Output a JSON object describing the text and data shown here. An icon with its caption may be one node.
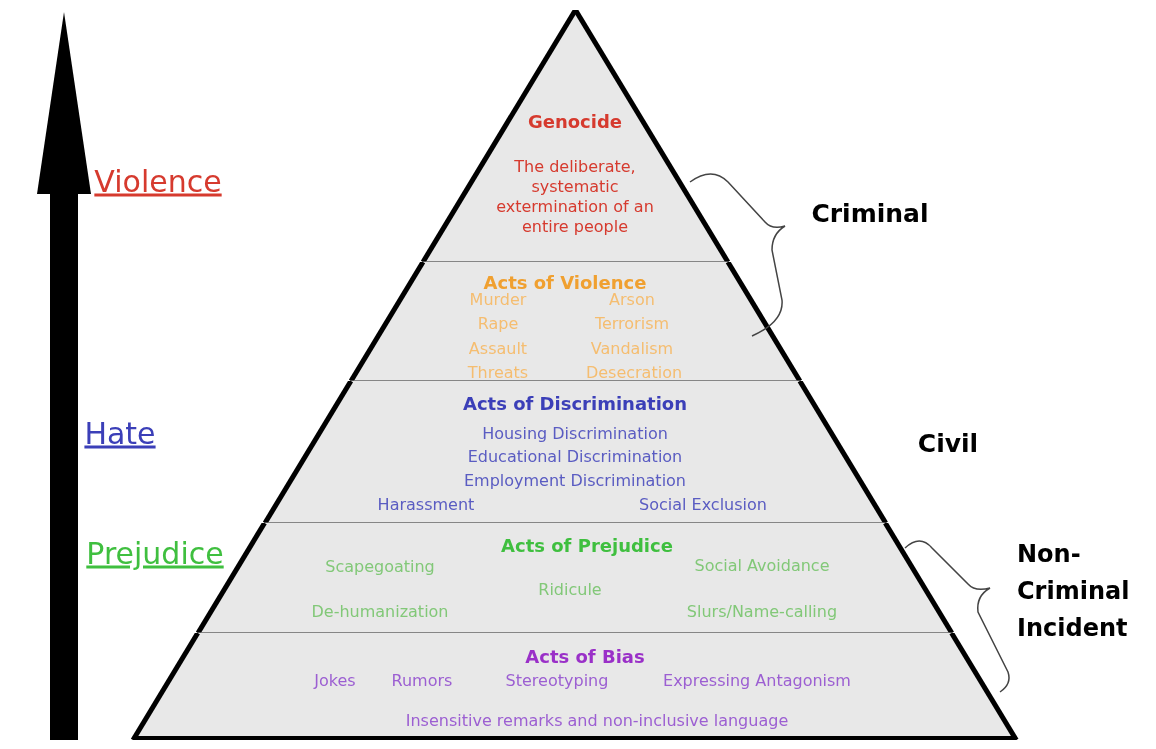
{
  "diagram": {
    "nodes": [
      {
        "text": [
          "Genocide",
          "The deliberate, systematic extermination of an entire people"
        ]
      },
      {
        "text": [
          "Acts of Violence",
          "Murder",
          "Arson",
          "Rape",
          "Terrorism",
          "Assault",
          "Vandalism",
          "Threats",
          "Desecration"
        ]
      },
      {
        "text": [
          "Acts of Discrimination",
          "Housing Discrimination",
          "Educational Discrimination",
          "Employment Discrimination",
          "Harassment",
          "Social Exclusion"
        ]
      },
      {
        "text": [
          "Acts of Prejudice",
          "Scapegoating",
          "Social Avoidance",
          "Ridicule",
          "De-humanization",
          "Slurs/Name-calling"
        ]
      },
      {
        "text": [
          "Acts of Bias",
          "Jokes",
          "Rumors",
          "Stereotyping",
          "Expressing Antagonism",
          "Insensitive remarks and non-inclusive language"
        ]
      }
    ],
    "labels": [
      "Violence",
      "Hate",
      "Prejudice",
      "Criminal",
      "Civil",
      "Non-Criminal Incident"
    ]
  }
}
